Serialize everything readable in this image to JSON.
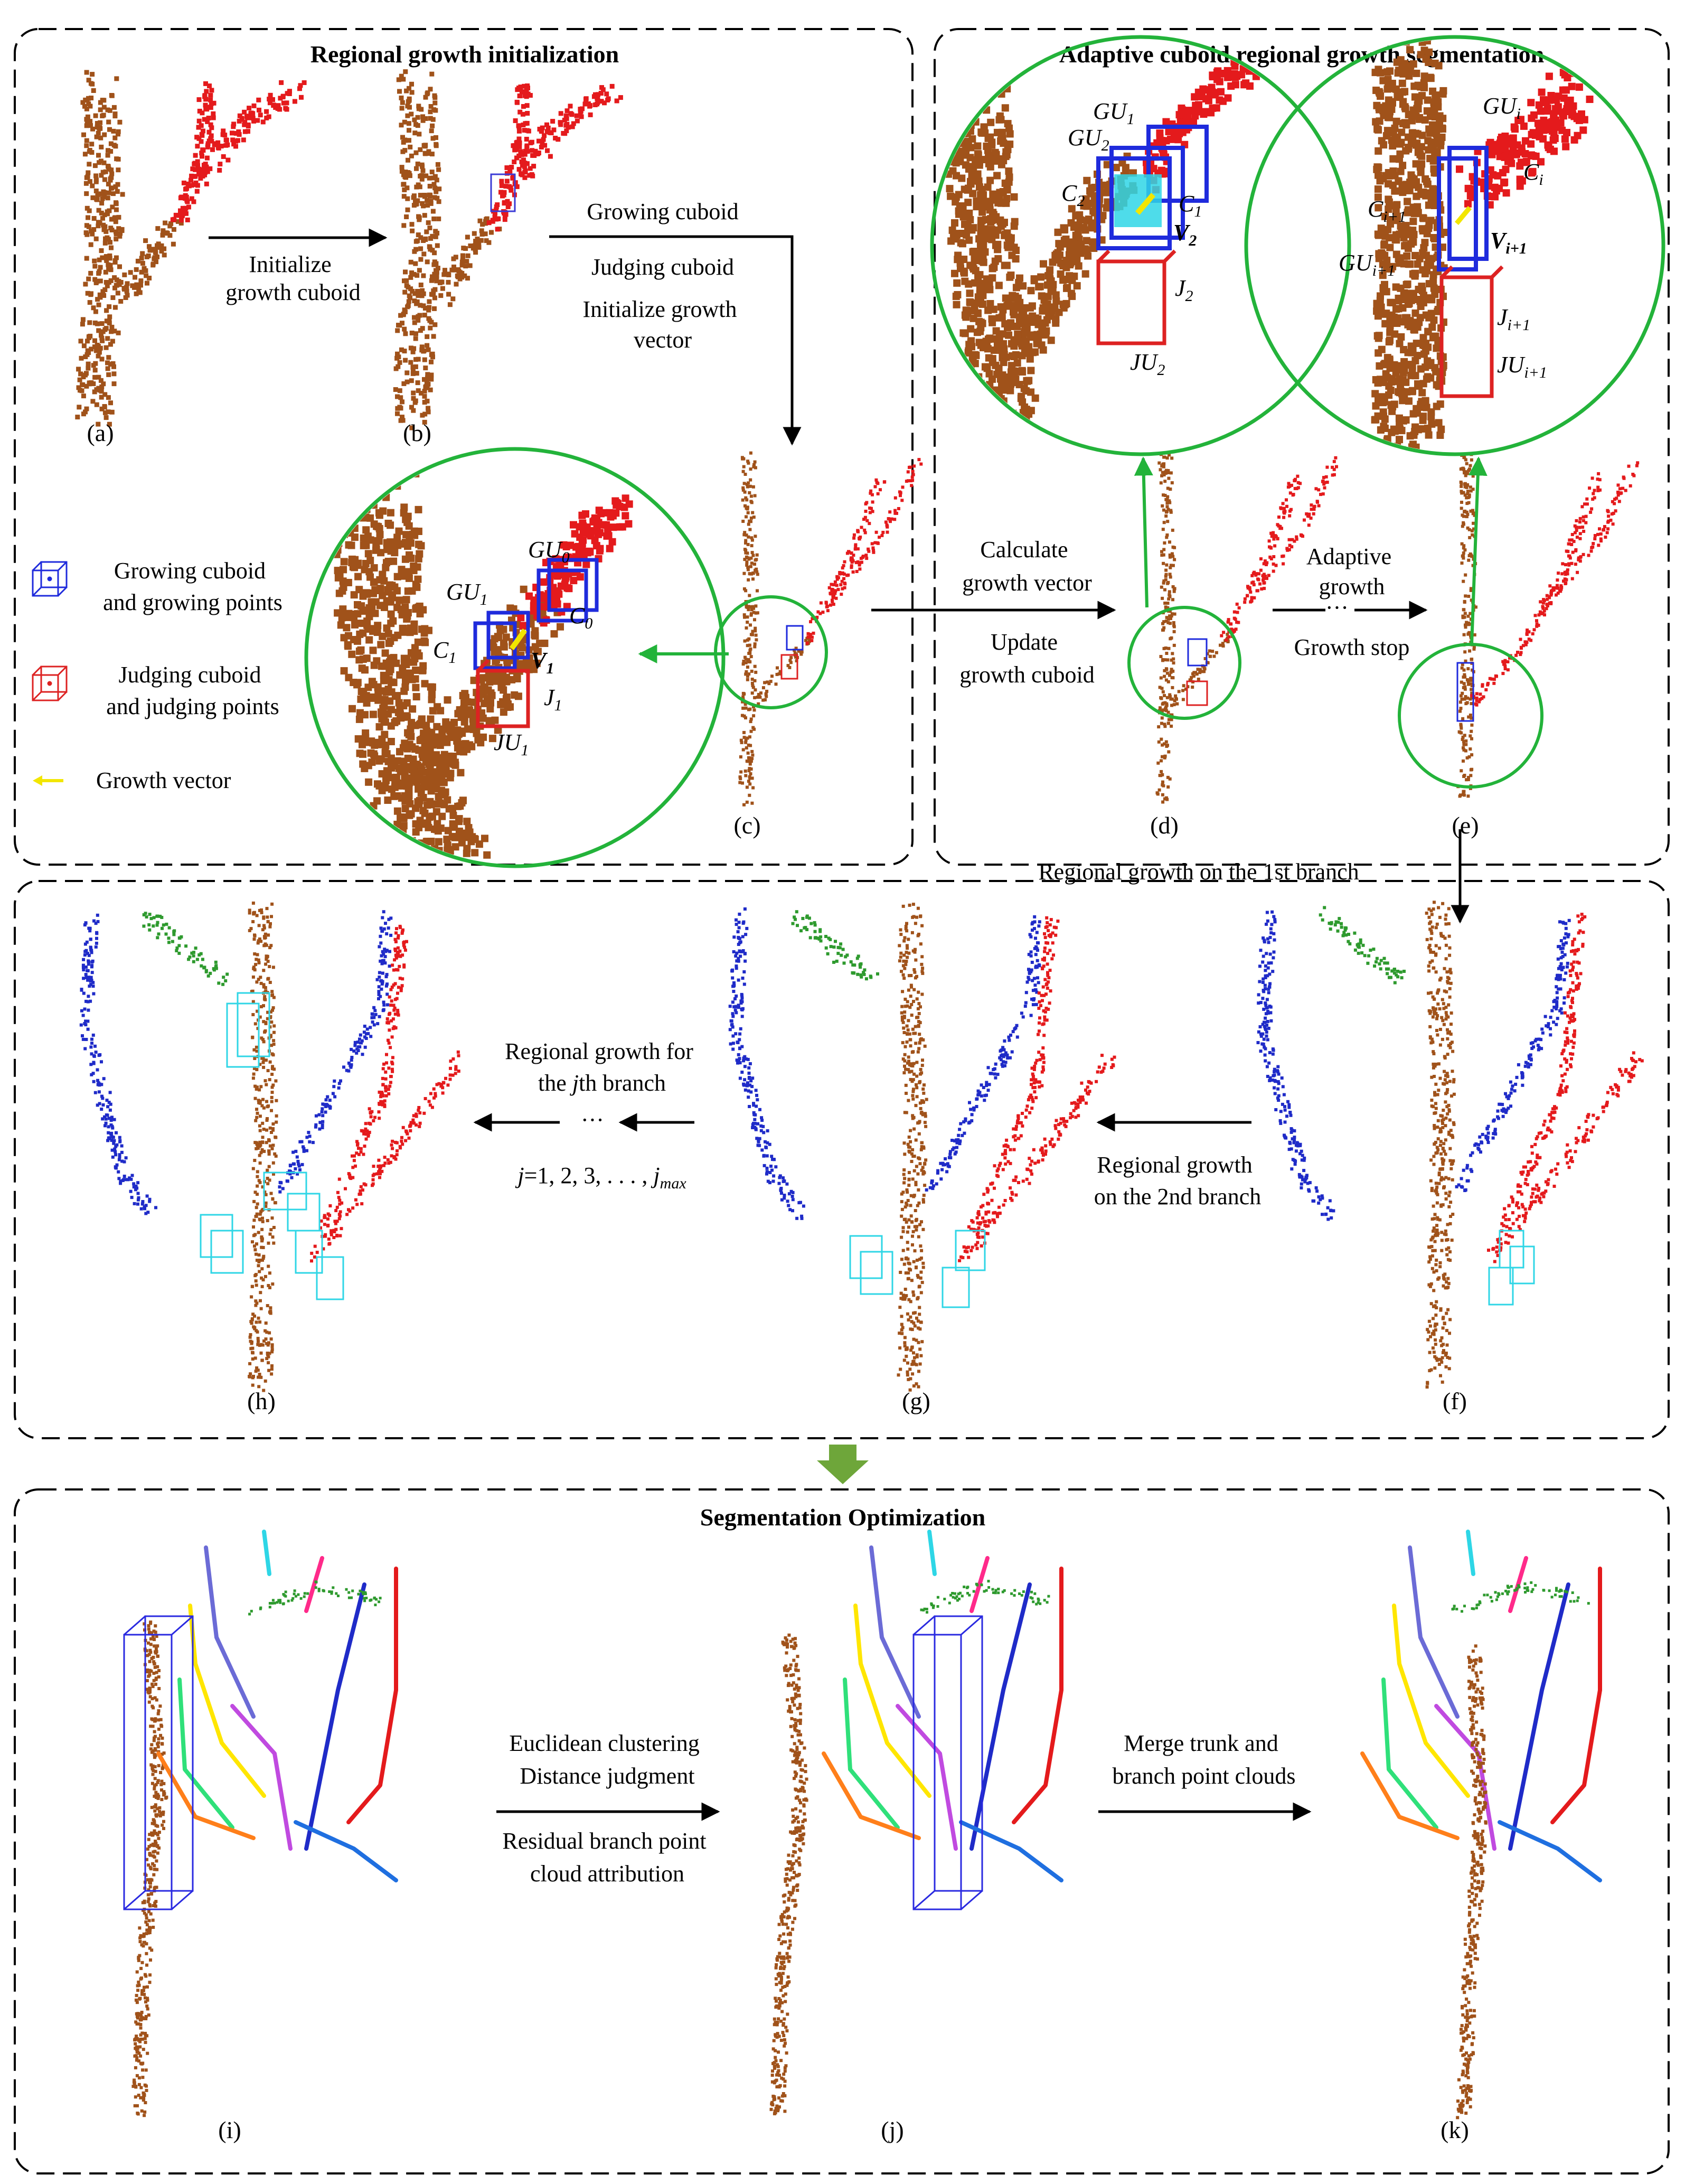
{
  "sections": {
    "init_title": "Regional growth initialization",
    "adaptive_title": "Adaptive cuboid regional growth segmentation",
    "optim_title": "Segmentation Optimization"
  },
  "panels": [
    "(a)",
    "(b)",
    "(c)",
    "(d)",
    "(e)",
    "(f)",
    "(g)",
    "(h)",
    "(i)",
    "(j)",
    "(k)"
  ],
  "steps": {
    "initialize": [
      "Initialize",
      "growth cuboid"
    ],
    "growing_cuboid": "Growing cuboid",
    "judging_cuboid": "Judging cuboid",
    "init_vector": [
      "Initialize growth",
      "vector"
    ],
    "calc_vector": [
      "Calculate",
      "growth vector"
    ],
    "update_cuboid": [
      "Update",
      "growth cuboid"
    ],
    "adaptive": [
      "Adaptive",
      "growth"
    ],
    "stop": "Growth stop",
    "first_branch": "Regional growth on the 1st branch",
    "second_branch": [
      "Regional growth",
      "on the 2nd branch"
    ],
    "jth_branch": [
      "Regional growth for",
      "the ",
      "j",
      "th branch"
    ],
    "j_seq": [
      "j",
      "=1, 2, 3, . . . , ",
      "j",
      "max"
    ],
    "ellipsis": "···",
    "euclid": [
      "Euclidean clustering",
      "Distance judgment"
    ],
    "residual": [
      "Residual branch point",
      "cloud attribution"
    ],
    "merge": [
      "Merge trunk and",
      "branch point clouds"
    ]
  },
  "legend": {
    "growing": [
      "Growing cuboid",
      "and growing points"
    ],
    "judging": [
      "Judging cuboid",
      "and judging points"
    ],
    "vector": "Growth vector"
  },
  "zoom_labels": {
    "c": {
      "GU0": [
        "GU",
        "0"
      ],
      "GU1": [
        "GU",
        "1"
      ],
      "C0": [
        "C",
        "0"
      ],
      "C1": [
        "C",
        "1"
      ],
      "V1": [
        "V",
        "1"
      ],
      "J1": [
        "J",
        "1"
      ],
      "JU1": [
        "JU",
        "1"
      ]
    },
    "d": {
      "GU1": [
        "GU",
        "1"
      ],
      "GU2": [
        "GU",
        "2"
      ],
      "C2": [
        "C",
        "2"
      ],
      "C1": [
        "C",
        "1"
      ],
      "V2": [
        "V",
        "2"
      ],
      "J2": [
        "J",
        "2"
      ],
      "JU2": [
        "JU",
        "2"
      ]
    },
    "e": {
      "GUi": [
        "GU",
        "i"
      ],
      "Ci": [
        "C",
        "i"
      ],
      "Ci1": [
        "C",
        "i",
        "+1"
      ],
      "Vi1": [
        "V",
        "i",
        "+1"
      ],
      "GUi1": [
        "GU",
        "i",
        "+1"
      ],
      "Ji1": [
        "J",
        "i",
        "+1"
      ],
      "JUi1": [
        "JU",
        "i",
        "+1"
      ]
    }
  },
  "colors": {
    "trunk": "#a0521a",
    "branch_red": "#e41a1c",
    "branch_blue": "#1f2bc8",
    "branch_green": "#2e9a2e",
    "cuboid_cyan": "#2fd6e6",
    "grow_cuboid": "#1f2bdc",
    "judge_cuboid": "#dd2222",
    "vector": "#f2e600",
    "circle": "#23b33a",
    "down_arrow": "#6ea63a"
  }
}
